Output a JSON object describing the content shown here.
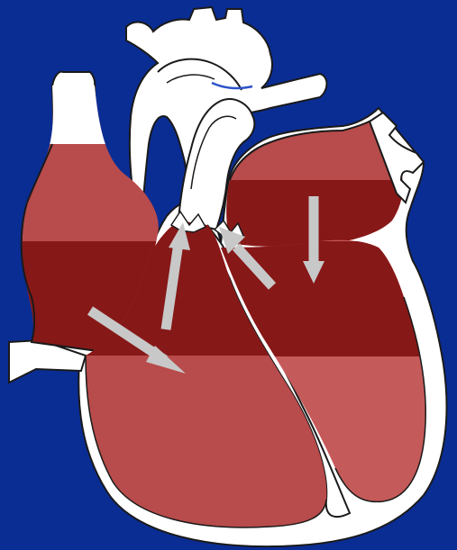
{
  "diagram": {
    "subject": "heart-cross-section",
    "colors": {
      "background": "#0a2d94",
      "vessel_outline": "#ffffff",
      "muscle_light": "#c55a5a",
      "muscle_mid": "#b84b4b",
      "muscle_dark": "#871818",
      "arrow": "#c8c8c8",
      "stroke": "#1a1a1a",
      "vein_accent": "#2d53c9"
    },
    "flow_arrows": [
      {
        "name": "right-atrium-to-right-ventricle-arrow",
        "direction": "down-right"
      },
      {
        "name": "right-ventricle-to-pulmonary-artery-arrow",
        "direction": "up"
      },
      {
        "name": "left-ventricle-to-aorta-arrow",
        "direction": "up-left"
      },
      {
        "name": "left-atrium-to-left-ventricle-arrow",
        "direction": "down"
      }
    ]
  }
}
